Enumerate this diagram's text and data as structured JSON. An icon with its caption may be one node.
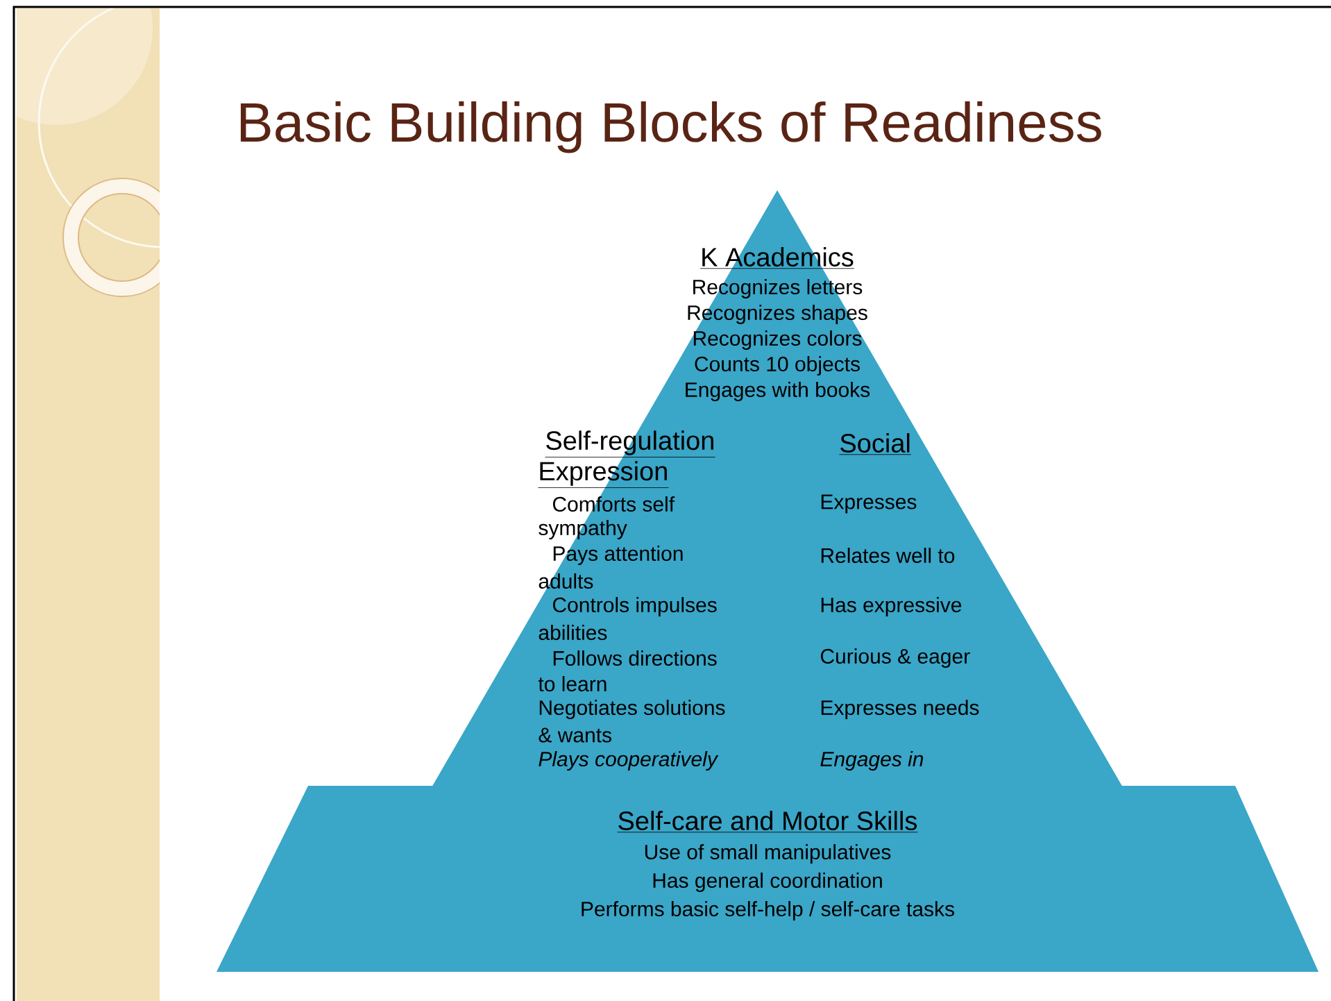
{
  "diagram": {
    "title": "Basic Building Blocks of Readiness",
    "nodes": [
      {
        "text": [
          "K Academics",
          "Recognizes letters",
          "Recognizes shapes",
          "Recognizes colors",
          "Counts 10 objects",
          "Engages with books"
        ]
      },
      {
        "text": [
          "Self-regulation",
          "Expression",
          "Comforts self",
          "sympathy",
          "Pays attention",
          "adults",
          "Controls impulses",
          "abilities",
          "Follows directions",
          "to learn",
          "Negotiates solutions",
          "& wants",
          "Plays cooperatively",
          "Social",
          "Expresses",
          "Relates well to",
          "Has expressive",
          "Curious & eager",
          "Expresses needs",
          "Engages in"
        ]
      },
      {
        "text": [
          "Self-care and Motor Skills",
          "Use of small manipulatives",
          "Has general coordination",
          "Performs basic self-help / self-care tasks"
        ]
      }
    ],
    "edges": []
  }
}
